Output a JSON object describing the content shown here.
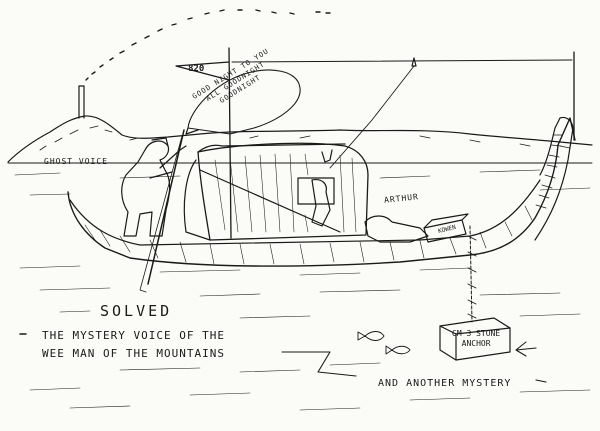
{
  "sketch": {
    "flag_text": "820",
    "speech_bubble": [
      "GOOD NIGHT TO YOU",
      "ALL GOODNIGHT",
      "GOODNIGHT"
    ],
    "label_ghost": "GHOST VOICE",
    "label_arthur": "ARTHUR",
    "crate_label": "KOWEN",
    "anchor_label": [
      "GM 3 STONE",
      "ANCHOR"
    ]
  },
  "caption": {
    "solved": "SOLVED",
    "line1": "THE MYSTERY VOICE OF THE",
    "line2": "WEE MAN OF THE MOUNTAINS",
    "another": "AND ANOTHER MYSTERY"
  },
  "colors": {
    "ink": "#1a1a1a",
    "paper": "#fbfbf8"
  }
}
